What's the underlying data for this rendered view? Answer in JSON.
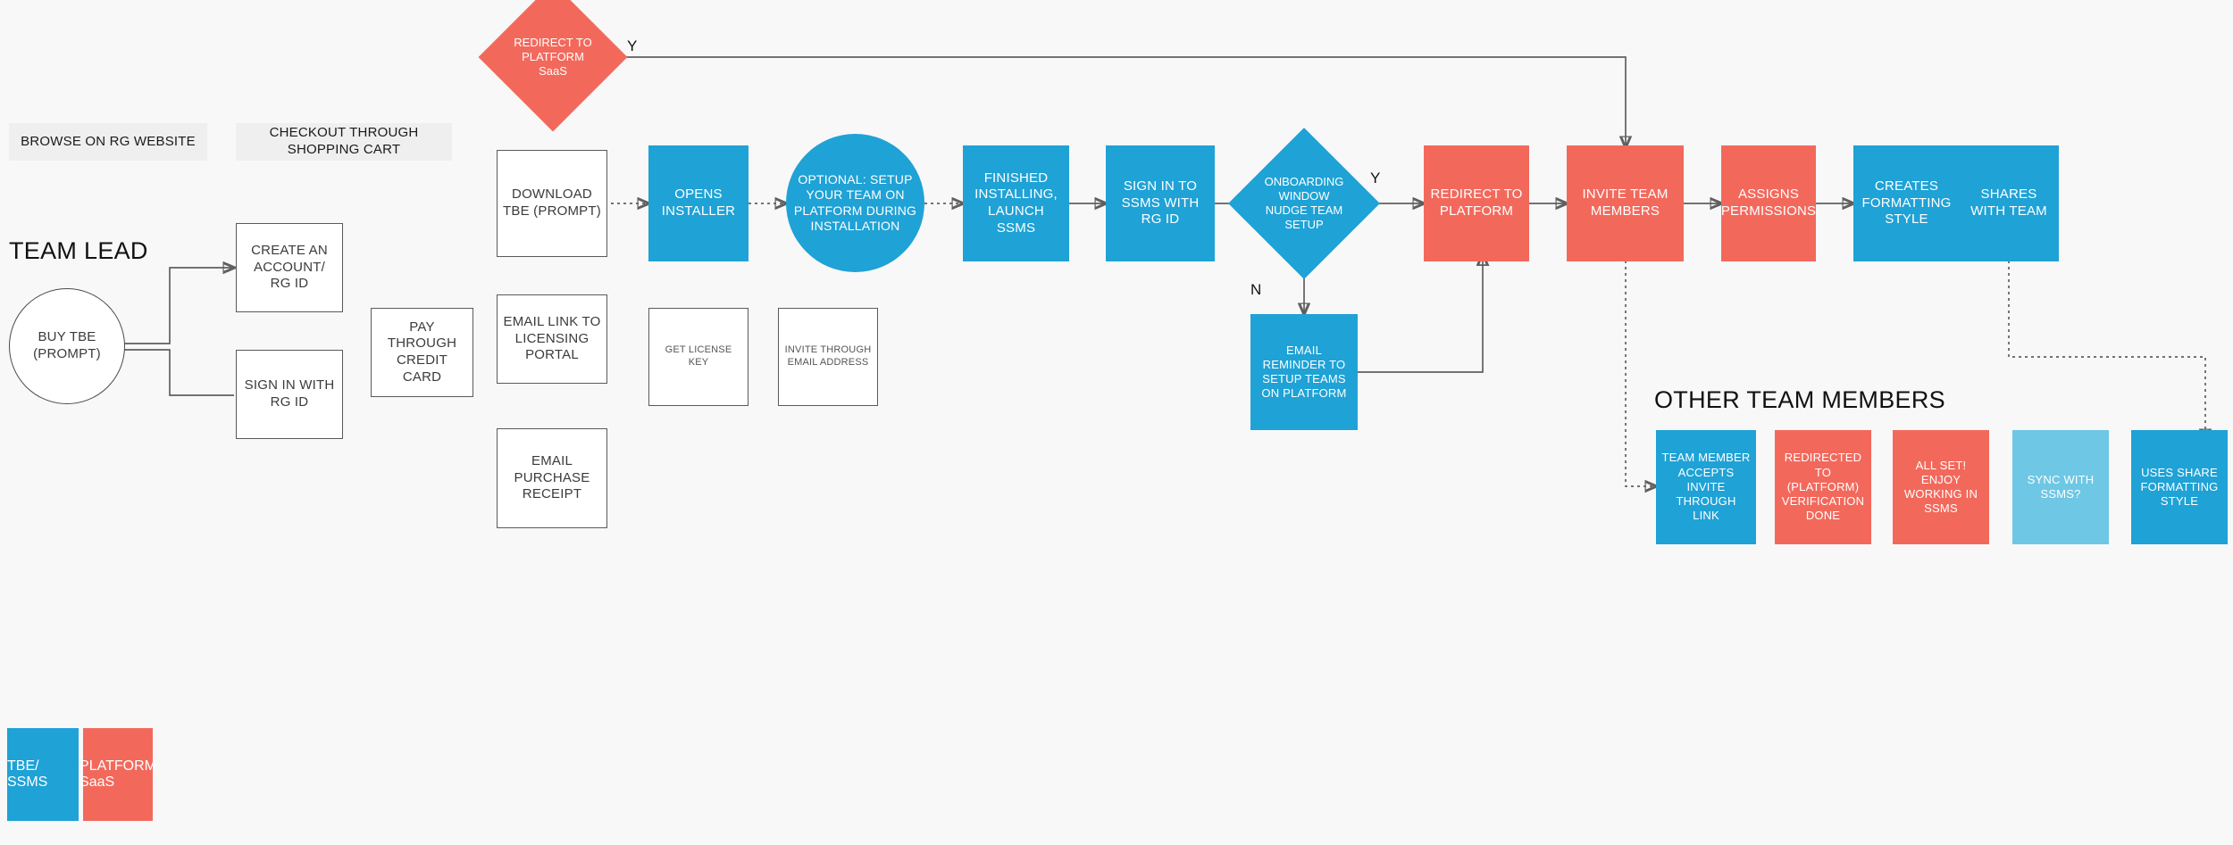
{
  "palette": {
    "background": "#f8f8f8",
    "blue": "#1fa2d6",
    "blue_light": "#6ec7e4",
    "red": "#f2695c",
    "white_box_fill": "#ffffff",
    "stroke": "#5a5a5a",
    "chip_grey": "#efefef",
    "text_dark": "#3b3b3b"
  },
  "headings": {
    "team_lead": "TEAM LEAD",
    "other_team_members": "OTHER TEAM MEMBERS"
  },
  "chips": [
    {
      "id": "browse-rg-website",
      "label": "BROWSE ON RG WEBSITE"
    },
    {
      "id": "checkout-shopping-cart",
      "label": "CHECKOUT THROUGH SHOPPING CART"
    }
  ],
  "nodes": {
    "buy_tbe": "BUY TBE (PROMPT)",
    "create_account": "CREATE AN ACCOUNT/ RG ID",
    "sign_in_rg_id": "SIGN IN WITH RG ID",
    "pay_credit_card": "PAY THROUGH CREDIT CARD",
    "download_tbe": "DOWNLOAD TBE (PROMPT)",
    "email_link_licensing": "EMAIL LINK TO LICENSING PORTAL",
    "email_purchase_receipt": "EMAIL PURCHASE RECEIPT",
    "opens_installer": "OPENS INSTALLER",
    "get_license_key": "GET LICENSE KEY",
    "optional_setup_team": "OPTIONAL: SETUP YOUR TEAM ON PLATFORM DURING INSTALLATION",
    "invite_through_email_address": "INVITE THROUGH EMAIL ADDRESS",
    "finished_installing": "FINISHED INSTALLING, LAUNCH SSMS",
    "sign_in_ssms": "SIGN IN TO SSMS WITH RG ID",
    "onboarding_nudge": "ONBOARDING WINDOW NUDGE TEAM SETUP",
    "email_reminder": "EMAIL REMINDER TO SETUP TEAMS ON PLATFORM",
    "redirect_to_platform": "REDIRECT TO PLATFORM",
    "invite_team_members": "INVITE TEAM MEMBERS",
    "assigns_permissions": "ASSIGNS PERMISSIONS",
    "creates_formatting_style": "CREATES FORMATTING STYLE",
    "shares_with_team": "SHARES WITH TEAM",
    "redirect_platform_saas": "REDIRECT TO PLATFORM SaaS",
    "team_member_accepts_invite": "TEAM MEMBER ACCEPTS INVITE THROUGH LINK",
    "redirected_verification_done": "REDIRECTED TO (PLATFORM) VERIFICATION DONE",
    "all_set_enjoy": "ALL SET! ENJOY WORKING IN SSMS",
    "sync_with_ssms": "SYNC WITH SSMS?",
    "uses_share_formatting_style": "USES SHARE FORMATTING STYLE"
  },
  "edge_labels": {
    "yes_top": "Y",
    "yes_onboarding": "Y",
    "no_onboarding": "N"
  },
  "legend": [
    {
      "id": "legend-tbe-ssms",
      "label": "TBE/ SSMS",
      "color": "#1fa2d6"
    },
    {
      "id": "legend-platform-saas",
      "label": "PLATFORM SaaS",
      "color": "#f2695c"
    }
  ]
}
